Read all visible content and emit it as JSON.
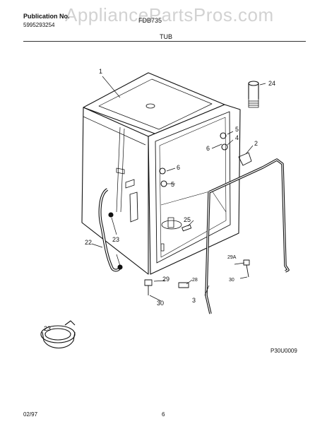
{
  "header": {
    "publication_label": "Publication No.",
    "publication_number": "5995293254",
    "model_number": "FDB735",
    "watermark": "AppliancePartsPros.com"
  },
  "section_title": "TUB",
  "callouts": {
    "c1": "1",
    "c2": "2",
    "c3": "3",
    "c4": "4",
    "c5a": "5",
    "c5b": "5",
    "c6a": "6",
    "c6b": "6",
    "c22": "22",
    "c23a": "23",
    "c23b": "23",
    "c24": "24",
    "c25": "25",
    "c28": "28",
    "c29": "29",
    "c29a": "29A",
    "c30a": "30",
    "c30b": "30"
  },
  "diagram_code": "P30U0009",
  "footer": {
    "date": "02/97",
    "page": "6"
  }
}
